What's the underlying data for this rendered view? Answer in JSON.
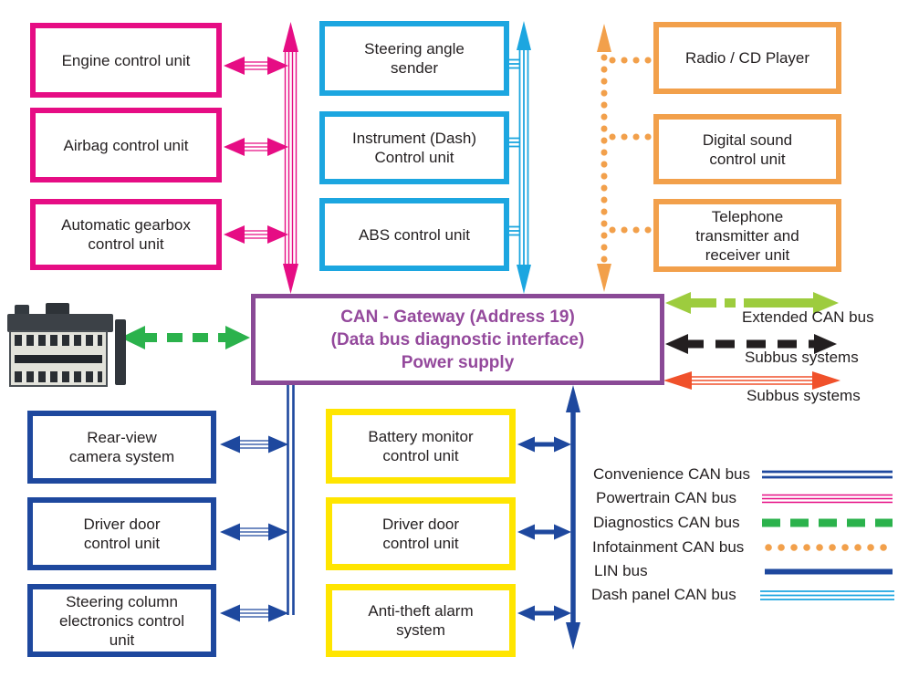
{
  "nodes": {
    "engine": "Engine control unit",
    "airbag": "Airbag control unit",
    "gearbox": "Automatic gearbox\ncontrol unit",
    "steering_angle": "Steering angle\nsender",
    "instrument": "Instrument (Dash)\nControl unit",
    "abs": "ABS control unit",
    "radio": "Radio / CD Player",
    "digital_sound": "Digital sound\ncontrol unit",
    "telephone": "Telephone\ntransmitter and\nreceiver unit",
    "rear_view": "Rear-view\ncamera system",
    "driver_door_convenience": "Driver door\ncontrol unit",
    "steering_column": "Steering column\nelectronics control\nunit",
    "battery_monitor": "Battery monitor\ncontrol unit",
    "driver_door_lin": "Driver door\ncontrol unit",
    "anti_theft": "Anti-theft alarm\nsystem"
  },
  "gateway": {
    "line1": "CAN - Gateway (Address 19)",
    "line2": "(Data bus diagnostic interface)",
    "line3": "Power supply"
  },
  "external_buses": [
    {
      "label": "Extended CAN bus",
      "color": "#9dcc3e",
      "style": "thick-dashed-arrow"
    },
    {
      "label": "Subbus systems",
      "color": "#231f20",
      "style": "thick-dashed-arrow"
    },
    {
      "label": "Subbus systems",
      "color": "#f0512b",
      "style": "triple-line-arrow"
    }
  ],
  "legend": {
    "items": [
      {
        "label": "Convenience CAN bus",
        "style": "double-line",
        "color": "#1e489e"
      },
      {
        "label": "Powertrain CAN bus",
        "style": "triple-line",
        "color": "#e60d84"
      },
      {
        "label": "Diagnostics CAN bus",
        "style": "dashed",
        "color": "#2bb24c"
      },
      {
        "label": "Infotainment CAN bus",
        "style": "dotted",
        "color": "#f2a04b"
      },
      {
        "label": "LIN bus",
        "style": "solid",
        "color": "#1e489e"
      },
      {
        "label": "Dash panel CAN bus",
        "style": "triple-line",
        "color": "#1ca6e0"
      }
    ]
  },
  "colors": {
    "powertrain_magenta": "#e60d84",
    "dash_panel_cyan": "#1ca6e0",
    "infotainment_orange": "#f2a04b",
    "gateway_purple": "#8a4a96",
    "gateway_text_purple": "#94499c",
    "convenience_lin_blue": "#1e489e",
    "lin_node_yellow": "#ffe500",
    "diagnostics_green": "#2bb24c",
    "extended_green": "#9dcc3e",
    "subbus_black": "#231f20",
    "subbus_red": "#f0512b"
  }
}
